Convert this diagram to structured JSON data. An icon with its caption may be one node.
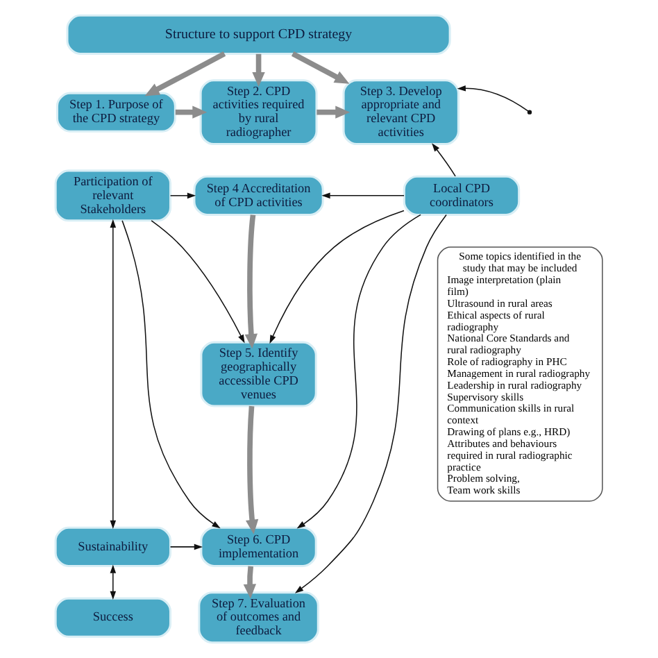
{
  "diagram": {
    "nodes": [
      {
        "text": [
          "Structure to support CPD strategy"
        ]
      },
      {
        "text": [
          "Step 1. Purpose of the CPD strategy"
        ]
      },
      {
        "text": [
          "Step 2. CPD activities required by rural radiographer"
        ]
      },
      {
        "text": [
          "Step 3. Develop appropriate and relevant CPD activities"
        ]
      },
      {
        "text": [
          "Step 4 Accreditation of CPD activities"
        ]
      },
      {
        "text": [
          "Participation of relevant Stakeholders"
        ]
      },
      {
        "text": [
          "Local CPD coordinators"
        ]
      },
      {
        "text": [
          "Step 5. Identify geographically accessible CPD venues"
        ]
      },
      {
        "text": [
          "Sustainability"
        ]
      },
      {
        "text": [
          "Step 6. CPD implementation"
        ]
      },
      {
        "text": [
          "Success"
        ]
      },
      {
        "text": [
          "Step 7. Evaluation of outcomes and feedback"
        ]
      },
      {
        "text": [
          "Some topics identified in the study that may be included",
          "Image interpretation (plain film)",
          "Ultrasound in rural areas",
          "Ethical aspects of rural radiography",
          "National Core Standards and rural radiography",
          "Role of radiography in PHC",
          "Management in rural radiography",
          "Leadership in rural radiography",
          "Supervisory skills",
          "Communication skills in rural context",
          "Drawing of plans e.g., HRD)",
          "Attributes and behaviours required in rural radiographic practice",
          "Problem solving,",
          "Team work skills"
        ]
      }
    ],
    "edges": [
      {
        "from": 0,
        "to": 1,
        "arrow": "to",
        "style": "thick",
        "color": "#8c8c8c"
      },
      {
        "from": 0,
        "to": 2,
        "arrow": "to",
        "style": "thick",
        "color": "#8c8c8c"
      },
      {
        "from": 0,
        "to": 3,
        "arrow": "to",
        "style": "thick",
        "color": "#8c8c8c"
      },
      {
        "from": 1,
        "to": 2,
        "arrow": "to",
        "style": "thick",
        "color": "#8c8c8c"
      },
      {
        "from": 2,
        "to": 3,
        "arrow": "to",
        "style": "thick",
        "color": "#8c8c8c"
      },
      {
        "from": null,
        "to": 3,
        "arrow": "to"
      },
      {
        "from": 6,
        "to": 3,
        "arrow": "to"
      },
      {
        "from": 5,
        "to": 4,
        "arrow": "to"
      },
      {
        "from": 5,
        "to": 7,
        "arrow": "to"
      },
      {
        "from": 5,
        "to": 9,
        "arrow": "to"
      },
      {
        "from": 6,
        "to": 4,
        "arrow": "to"
      },
      {
        "from": 6,
        "to": 7,
        "arrow": "to"
      },
      {
        "from": 6,
        "to": 9,
        "arrow": "to"
      },
      {
        "from": 6,
        "to": 11,
        "arrow": "to"
      },
      {
        "from": 4,
        "to": 7,
        "arrow": "to",
        "style": "thick",
        "color": "#8c8c8c"
      },
      {
        "from": 7,
        "to": 9,
        "arrow": "to",
        "style": "thick",
        "color": "#8c8c8c"
      },
      {
        "from": 9,
        "to": 11,
        "arrow": "to",
        "style": "thick",
        "color": "#8c8c8c"
      },
      {
        "from": 5,
        "to": 8,
        "arrow": "both"
      },
      {
        "from": 8,
        "to": 10,
        "arrow": "both"
      },
      {
        "from": 8,
        "to": 9,
        "arrow": "to"
      }
    ]
  }
}
